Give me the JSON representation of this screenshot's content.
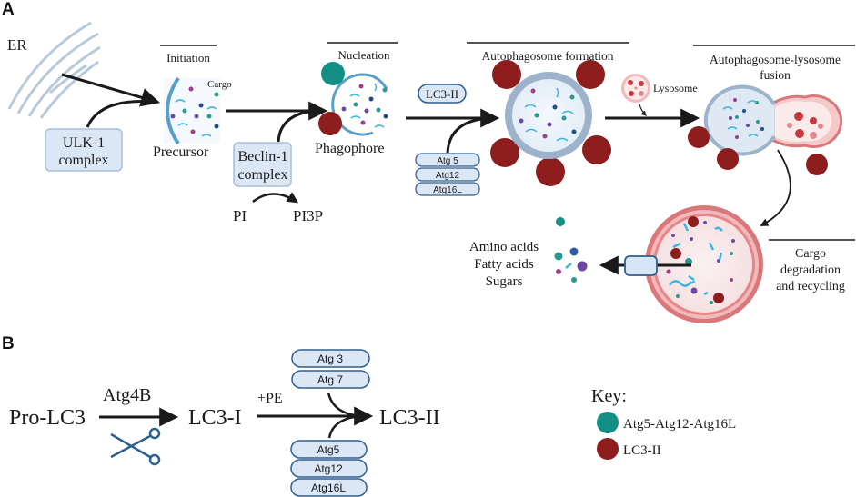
{
  "panels": {
    "a": "A",
    "b": "B"
  },
  "panel_a": {
    "er_label": "ER",
    "stages": {
      "initiation": "Initiation",
      "nucleation": "Nucleation",
      "autophagosome_formation": "Autophagosome formation",
      "fusion_line1": "Autophagosome-lysosome",
      "fusion_line2": "fusion",
      "degradation_line1": "Cargo",
      "degradation_line2": "degradation",
      "degradation_line3": "and recycling"
    },
    "cargo_label": "Cargo",
    "precursor_label": "Precursor",
    "phagophore_label": "Phagophore",
    "lysosome_label": "Lysosome",
    "ulk1_line1": "ULK-1",
    "ulk1_line2": "complex",
    "beclin_line1": "Beclin-1",
    "beclin_line2": "complex",
    "pi_label": "PI",
    "pi3p_label": "PI3P",
    "lc3ii_pill": "LC3-II",
    "atg_stack": [
      "Atg 5",
      "Atg12",
      "Atg16L"
    ],
    "products": [
      "Amino acids",
      "Fatty acids",
      "Sugars"
    ]
  },
  "panel_b": {
    "pro_lc3": "Pro-LC3",
    "atg4b": "Atg4B",
    "lc3_i": "LC3-I",
    "plus_pe": "+PE",
    "lc3_ii": "LC3-II",
    "top_stack": [
      "Atg 3",
      "Atg 7"
    ],
    "bottom_stack": [
      "Atg5",
      "Atg12",
      "Atg16L"
    ],
    "scissors_icon": "scissors-icon"
  },
  "key": {
    "title": "Key:",
    "items": [
      {
        "label": "Atg5-Atg12-Atg16L",
        "color": "#138f85"
      },
      {
        "label": "LC3-II",
        "color": "#8e1d1d"
      }
    ]
  },
  "colors": {
    "teal": "#138f85",
    "maroon": "#8e1d1d",
    "box_fill": "#dbe7f5",
    "box_stroke": "#2f5f8f",
    "membrane": "#9db3cc",
    "lyso": "#d9777a"
  }
}
